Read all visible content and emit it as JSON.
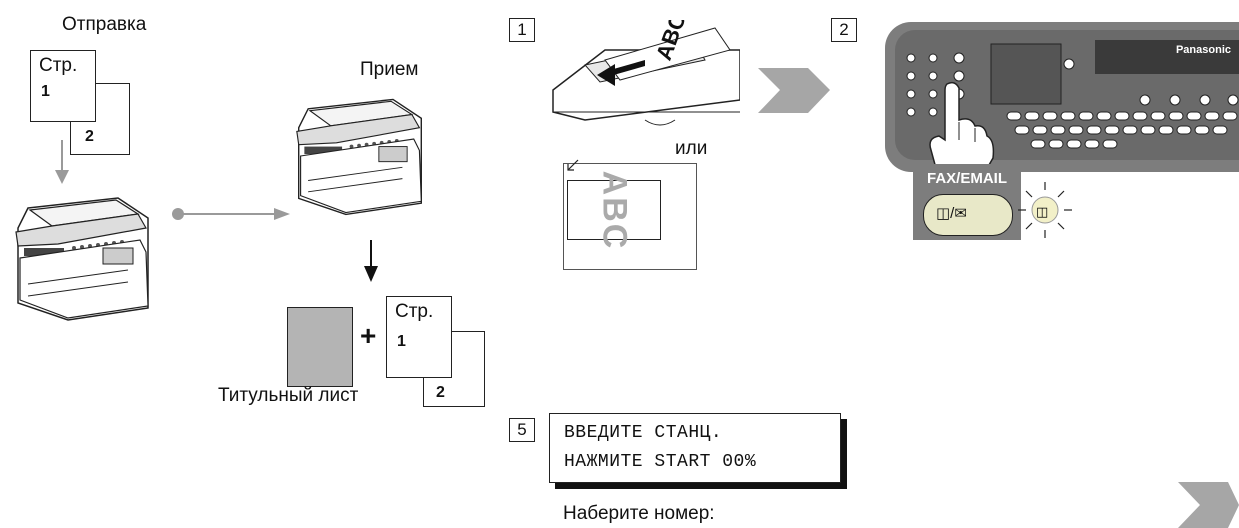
{
  "left_diagram": {
    "send_label": "Отправка",
    "receive_label": "Прием",
    "page_label": "Стр.",
    "page_num_1": "1",
    "page_num_2": "2",
    "plus": "+",
    "cover_sheet_label": "Титульный лист"
  },
  "steps": {
    "step1": {
      "number": "1",
      "or_label": "или",
      "doc_text": "ABC"
    },
    "step2": {
      "number": "2",
      "key_label": "FAX/EMAIL",
      "brand": "Panasonic"
    },
    "step5": {
      "number": "5",
      "display_line1": "ВВЕДИТЕ СТАНЦ.",
      "display_line2": "НАЖМИТЕ START 00%",
      "instruction": "Наберите номер:"
    }
  },
  "colors": {
    "arrow_gray": "#a6a6a6",
    "panel_gray": "#7d7d7d",
    "cover_gray": "#b4b4b4"
  }
}
